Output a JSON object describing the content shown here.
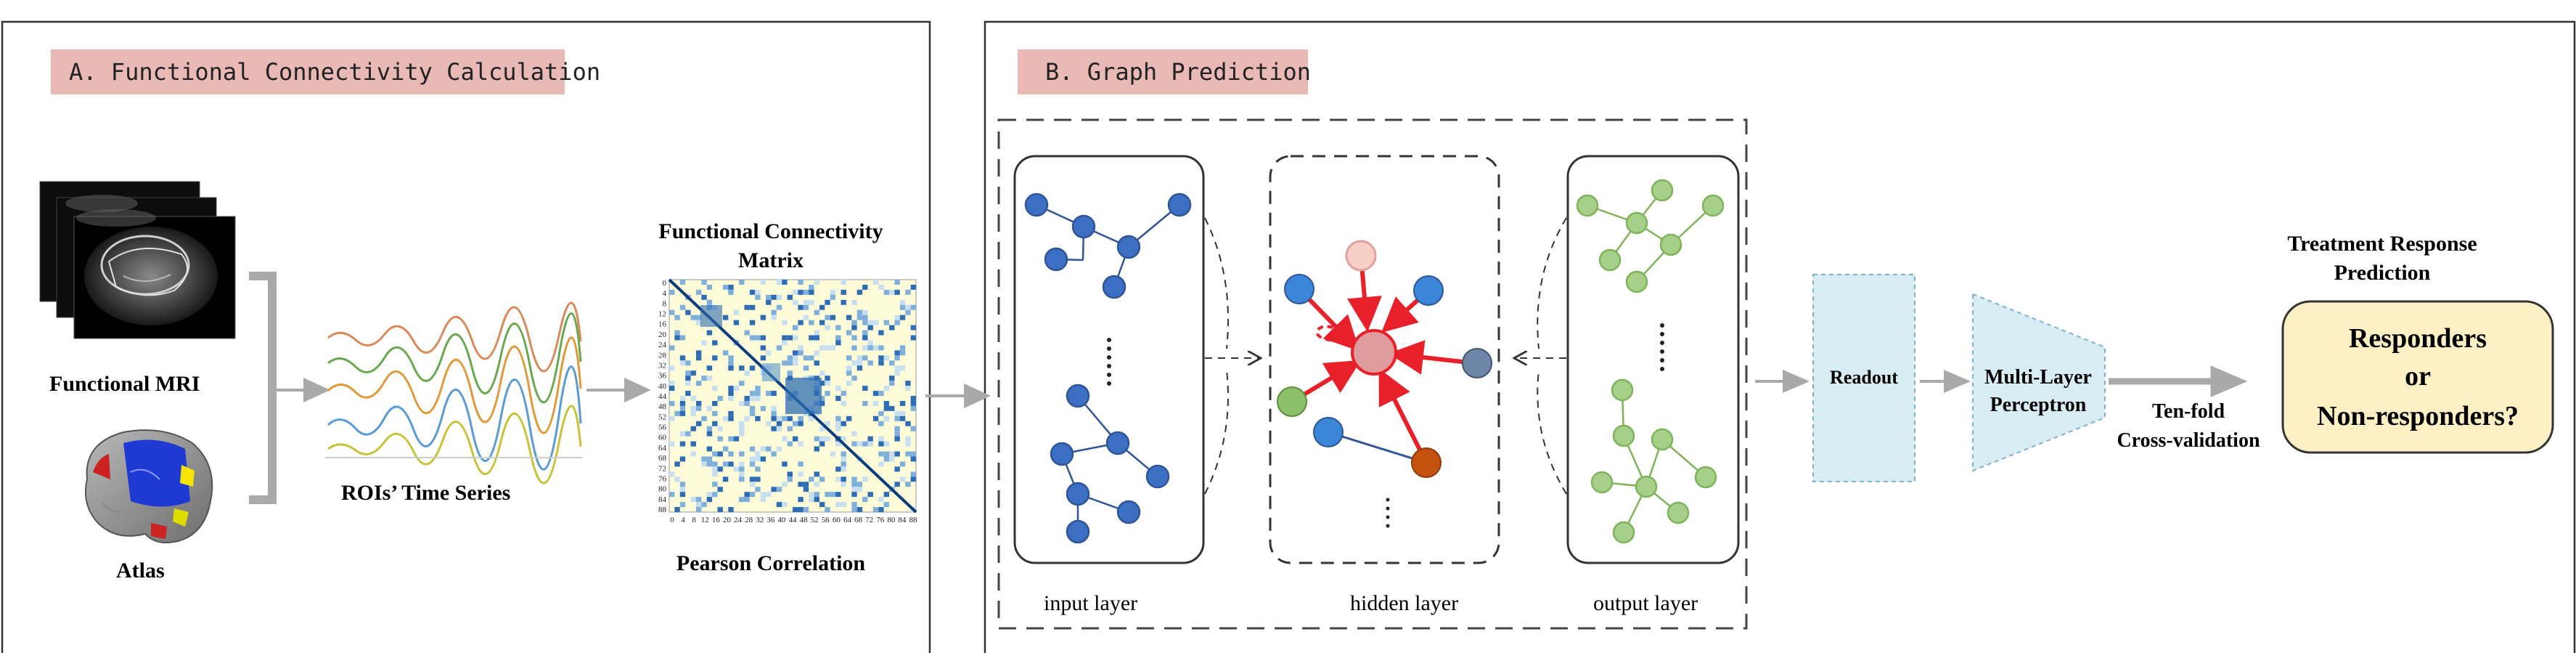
{
  "panel_a": {
    "title": "A. Functional Connectivity Calculation",
    "fmri_label": "Functional MRI",
    "atlas_label": "Atlas",
    "timeseries_label": "ROIs’ Time Series",
    "matrix_title_line1": "Functional Connectivity",
    "matrix_title_line2": "Matrix",
    "matrix_caption": "Pearson Correlation",
    "matrix_y_ticks": [
      "0",
      "4",
      "8",
      "12",
      "16",
      "20",
      "24",
      "28",
      "32",
      "36",
      "40",
      "44",
      "48",
      "52",
      "56",
      "60",
      "64",
      "68",
      "72",
      "76",
      "80",
      "84",
      "88"
    ],
    "matrix_x_ticks": [
      "0",
      "4",
      "8",
      "12",
      "16",
      "20",
      "24",
      "28",
      "32",
      "36",
      "40",
      "44",
      "48",
      "52",
      "56",
      "60",
      "64",
      "68",
      "72",
      "76",
      "80",
      "84",
      "88"
    ]
  },
  "panel_b": {
    "title": "B. Graph Prediction",
    "input_layer_label": "input layer",
    "hidden_layer_label": "hidden layer",
    "output_layer_label": "output layer",
    "readout_label": "Readout",
    "mlp_line1": "Multi-Layer",
    "mlp_line2": "Perceptron",
    "cv_line1": "Ten-fold",
    "cv_line2": "Cross-validation",
    "treatment_line1": "Treatment Response",
    "treatment_line2": "Prediction",
    "result_line1": "Responders",
    "result_line2": "or",
    "result_line3": "Non-responders?"
  },
  "colors": {
    "title_bg": "#e8b9b5",
    "input_node": "#3b6fc4",
    "output_node": "#a6d08a",
    "hidden_center": "#de9c9c",
    "hidden_red_edge": "#e8202a",
    "readout_fill": "#d8ecf3",
    "result_fill": "#fdf0c4",
    "arrow_gray": "#a9a9a9"
  }
}
